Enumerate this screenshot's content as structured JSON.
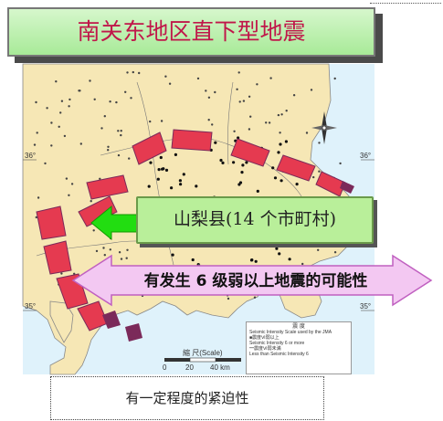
{
  "title": "南关东地区直下型地震",
  "callout_county": "山梨县(14 个市町村)",
  "callout_possibility": "有发生 6 级弱以上地震的可能性",
  "callout_urgency": "有一定程度的紧迫性",
  "map": {
    "latitude_labels": [
      "36°",
      "36°",
      "35°",
      "35°"
    ],
    "legend": {
      "title": "震 度",
      "subtitle": "Seismic Intensity Scale used by the JMA",
      "item1_jp": "■震度Ⅵ弱以上",
      "item1_en": "Seismic Intensity 6 or more",
      "item2_jp": "━震度Ⅵ弱未満",
      "item2_en": "Less than Seismic Intensity 6"
    },
    "scale_title": "縮 尺(Scale)",
    "scale_ticks": [
      "0",
      "20",
      "40 km"
    ]
  },
  "colors": {
    "title_text": "#c0174a",
    "title_bg": "#b8efa8",
    "callout_green": "#b9ef9a",
    "arrow_green": "#22dd11",
    "arrow_pink": "#f3c8f2",
    "arrow_border": "#c060c0",
    "zone_red": "#e53a50",
    "zone_purple": "#7b2a5a",
    "land": "#f6e7b5",
    "sea": "#dff2fb"
  }
}
